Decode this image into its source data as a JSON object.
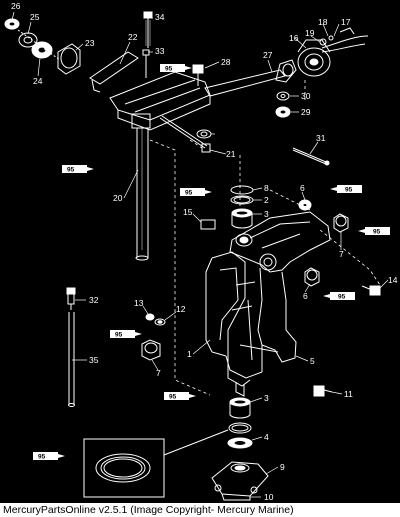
{
  "diagram": {
    "callouts": [
      "26",
      "25",
      "24",
      "23",
      "22",
      "34",
      "33",
      "28",
      "27",
      "16",
      "19",
      "18",
      "17",
      "30",
      "29",
      "31",
      "21",
      "20",
      "8",
      "2",
      "3",
      "6",
      "15",
      "7",
      "14",
      "32",
      "13",
      "12",
      "35",
      "1",
      "5",
      "11",
      "9",
      "4",
      "10"
    ],
    "tube_label": "95"
  },
  "caption": "MercuryPartsOnline v2.5.1 (Image Copyright- Mercury Marine)"
}
